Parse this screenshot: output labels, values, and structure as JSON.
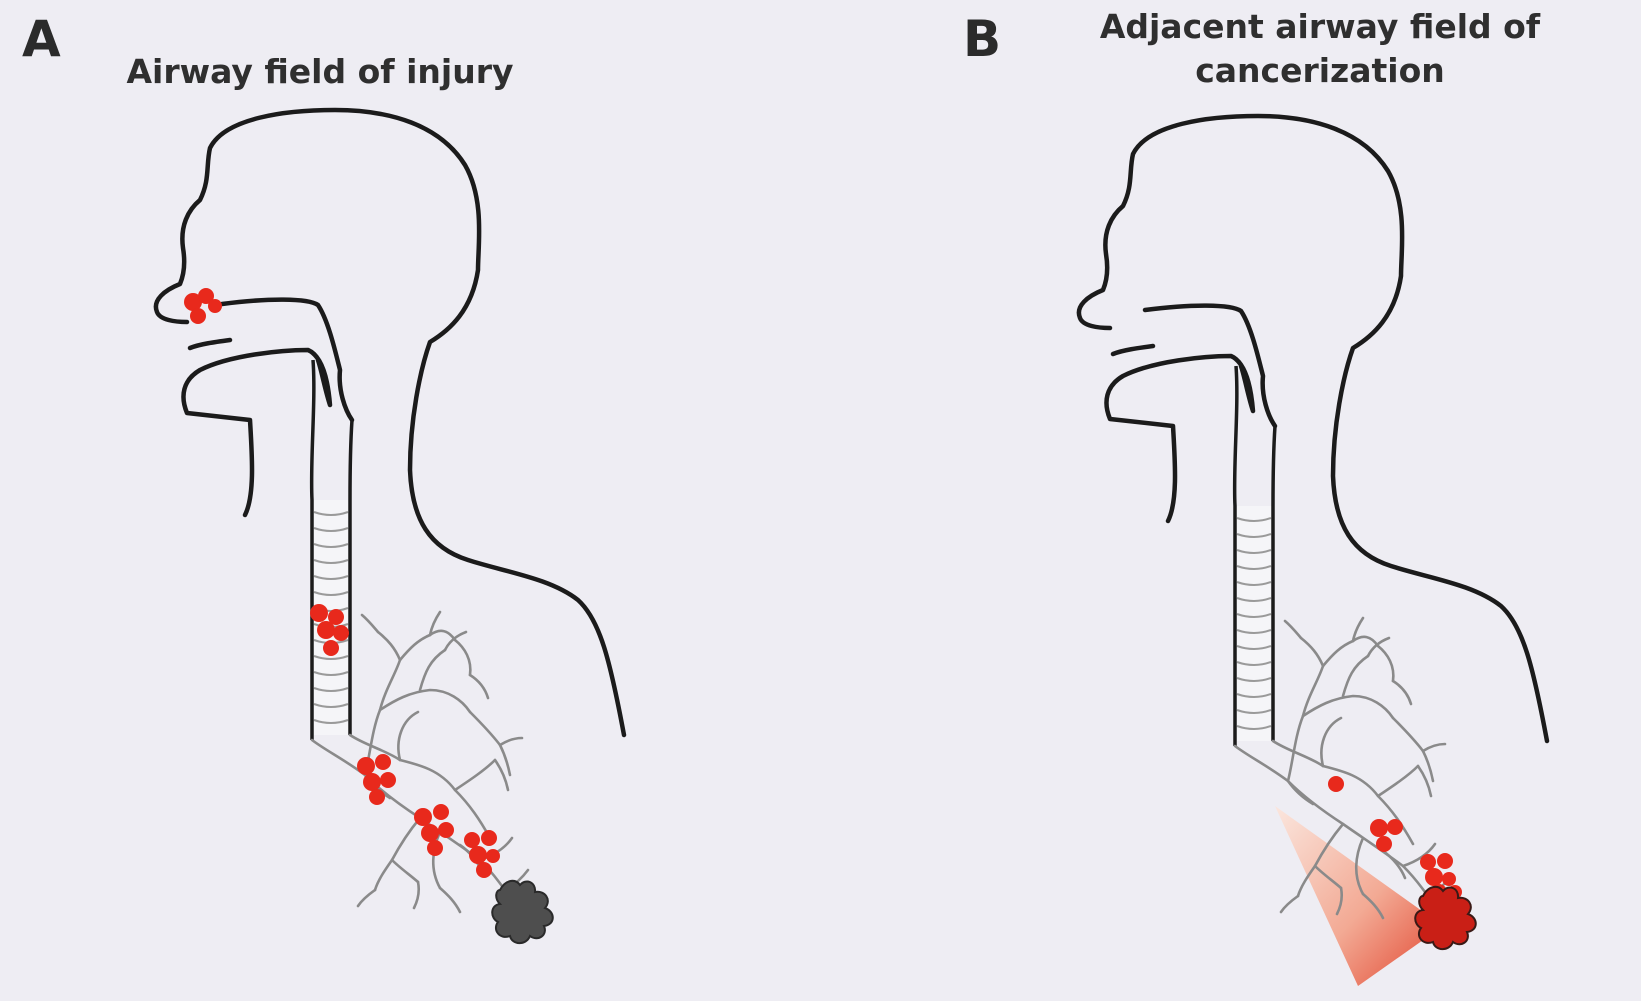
{
  "panel_a": {
    "letter": "A",
    "title": "Airway field of injury"
  },
  "panel_b": {
    "letter": "B",
    "title_line1": "Adjacent airway field of",
    "title_line2": "cancerization"
  },
  "colors": {
    "background": "#eeedf3",
    "outline": "#1b1b1b",
    "bronchial_tree": "#8e8e8e",
    "lesion_red": "#e8291c",
    "tumor_gray": "#505050",
    "tumor_red": "#c91f16",
    "cone_gradient_start": "#fbe2d8",
    "cone_gradient_end": "#e03a22"
  }
}
